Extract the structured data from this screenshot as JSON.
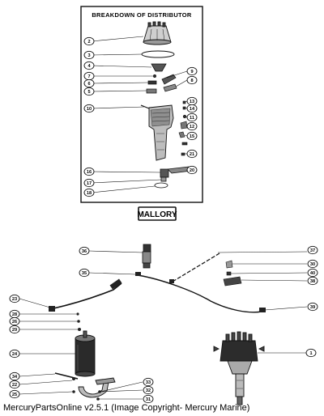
{
  "diagram": {
    "top_panel_title": "BREAKDOWN OF DISTRIBUTOR",
    "brand_label": "MALLORY",
    "caption": "MercuryPartsOnline v2.5.1 (Image Copyright- Mercury Marine)"
  },
  "callouts": {
    "top_left": [
      "2",
      "3",
      "4",
      "7",
      "6",
      "5",
      "10",
      "16",
      "17",
      "18"
    ],
    "top_right": [
      "9",
      "8",
      "13",
      "14",
      "11",
      "12",
      "15",
      "21",
      "20"
    ],
    "bottom": [
      "36",
      "35",
      "37",
      "30",
      "40",
      "38",
      "23",
      "39",
      "28",
      "26",
      "24",
      "29",
      "22",
      "25",
      "33",
      "32",
      "31",
      "34",
      "1"
    ]
  }
}
